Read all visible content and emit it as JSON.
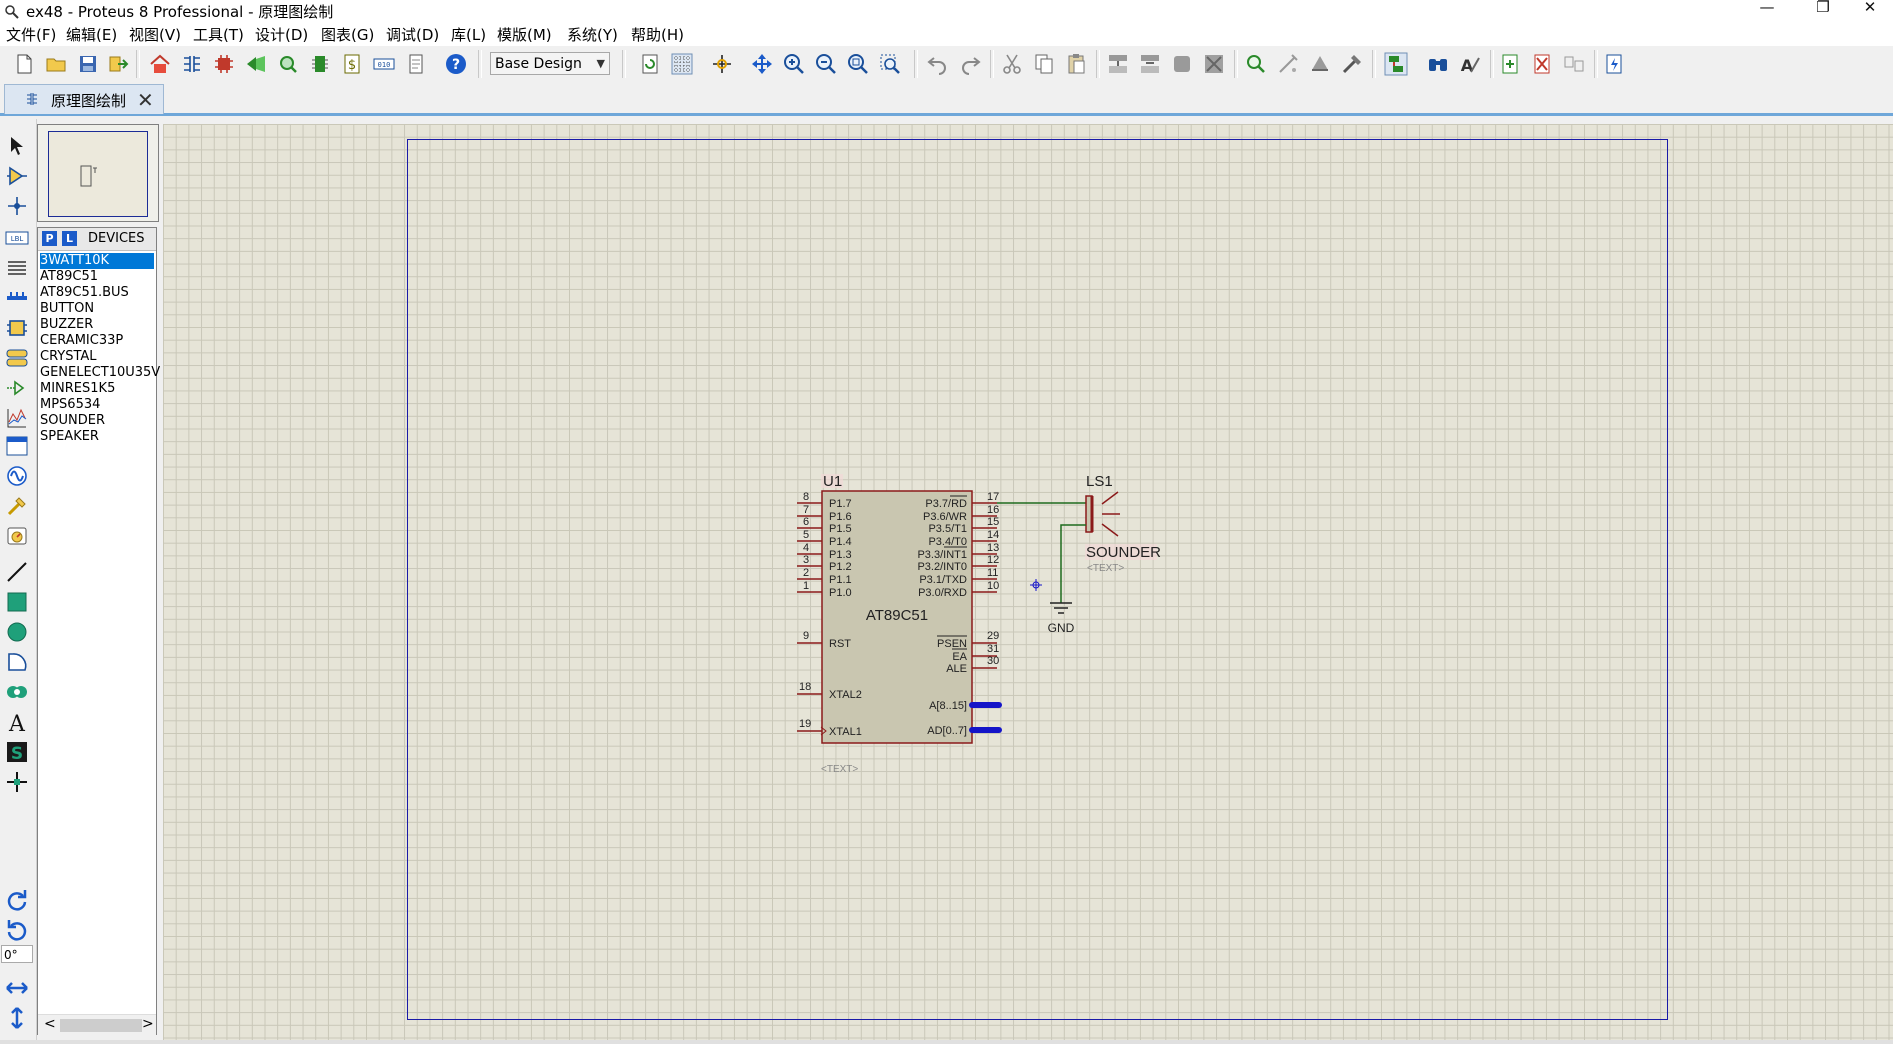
{
  "window": {
    "title": "ex48 - Proteus 8 Professional - 原理图绘制",
    "minimize": "—",
    "maximize": "❐",
    "close": "✕"
  },
  "menu": [
    "文件(F)",
    "编辑(E)",
    "视图(V)",
    "工具(T)",
    "设计(D)",
    "图表(G)",
    "调试(D)",
    "库(L)",
    "模版(M)",
    "系统(Y)",
    "帮助(H)"
  ],
  "toolbar": {
    "design_select": "Base Design"
  },
  "tab": {
    "label": "原理图绘制",
    "close": "✕"
  },
  "devices": {
    "p_label": "P",
    "l_label": "L",
    "header": "DEVICES",
    "items": [
      "3WATT10K",
      "AT89C51",
      "AT89C51.BUS",
      "BUTTON",
      "BUZZER",
      "CERAMIC33P",
      "CRYSTAL",
      "GENELECT10U35V",
      "MINRES1K5",
      "MPS6534",
      "SOUNDER",
      "SPEAKER"
    ],
    "selected_index": 0,
    "scroll_left": "<",
    "scroll_right": ">"
  },
  "rotation": "0°",
  "schematic": {
    "u1": {
      "ref": "U1",
      "name": "AT89C51",
      "text_placeholder": "<TEXT>",
      "left_pins": [
        {
          "num": "8",
          "label": "P1.7"
        },
        {
          "num": "7",
          "label": "P1.6"
        },
        {
          "num": "6",
          "label": "P1.5"
        },
        {
          "num": "5",
          "label": "P1.4"
        },
        {
          "num": "4",
          "label": "P1.3"
        },
        {
          "num": "3",
          "label": "P1.2"
        },
        {
          "num": "2",
          "label": "P1.1"
        },
        {
          "num": "1",
          "label": "P1.0"
        }
      ],
      "right_pins": [
        {
          "num": "17",
          "label": "P3.7/RD"
        },
        {
          "num": "16",
          "label": "P3.6/WR"
        },
        {
          "num": "15",
          "label": "P3.5/T1"
        },
        {
          "num": "14",
          "label": "P3.4/T0"
        },
        {
          "num": "13",
          "label": "P3.3/INT1"
        },
        {
          "num": "12",
          "label": "P3.2/INT0"
        },
        {
          "num": "11",
          "label": "P3.1/TXD"
        },
        {
          "num": "10",
          "label": "P3.0/RXD"
        }
      ],
      "rst": {
        "num": "9",
        "label": "RST"
      },
      "xtal2": {
        "num": "18",
        "label": "XTAL2"
      },
      "xtal1": {
        "num": "19",
        "label": "XTAL1"
      },
      "psen": {
        "num": "29",
        "label": "PSEN"
      },
      "ea": {
        "num": "31",
        "label": "EA"
      },
      "ale": {
        "num": "30",
        "label": "ALE"
      },
      "bus_a": "A[8..15]",
      "bus_ad": "AD[0..7]"
    },
    "ls1": {
      "ref": "LS1",
      "name": "SOUNDER",
      "text_placeholder": "<TEXT>"
    },
    "gnd_label": "GND"
  },
  "colors": {
    "component_fill": "#c9c6b0",
    "component_outline": "#8b1a1a",
    "wire": "#1e6b1e",
    "bus": "#1414c8",
    "sheet_border": "#1a1aa8",
    "selection_blue": "#0078d7"
  }
}
